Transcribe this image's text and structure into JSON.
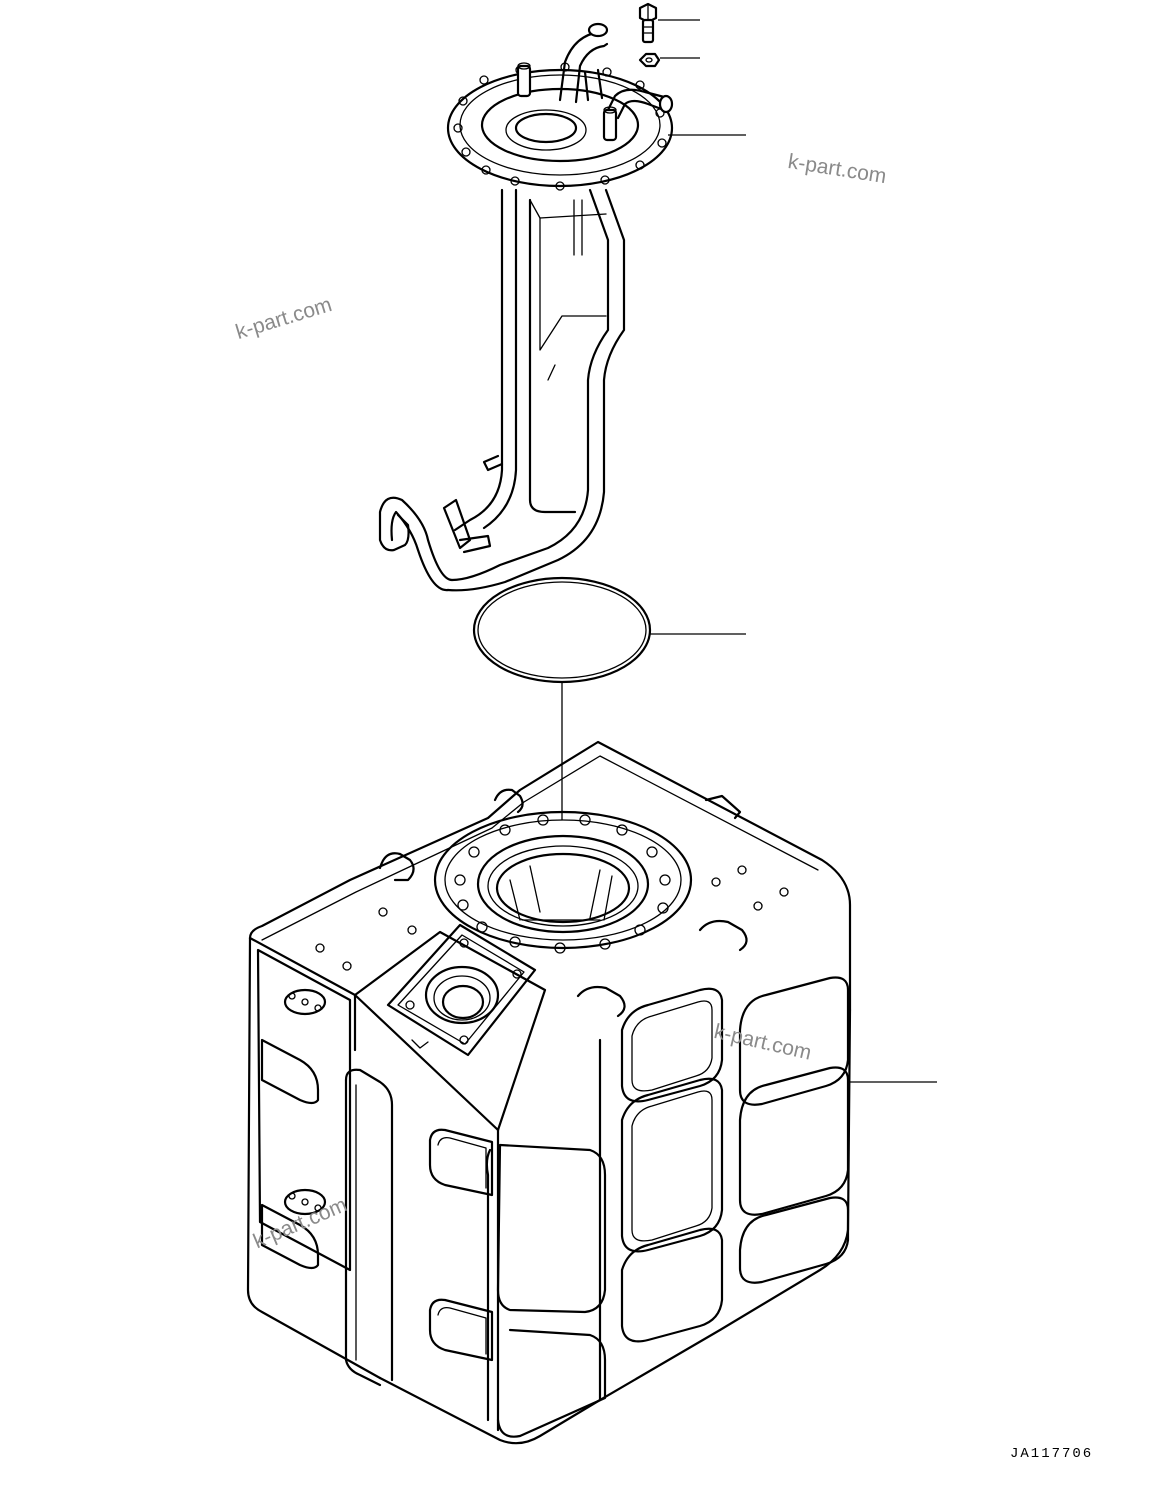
{
  "drawing_code": "JA117706",
  "watermarks": [
    "k-part.com",
    "k-part.com",
    "k-part.com",
    "k-part.com"
  ],
  "parts": [
    {
      "name": "bolt-icon"
    },
    {
      "name": "washer-icon"
    },
    {
      "name": "fuel-sender-assembly-icon"
    },
    {
      "name": "o-ring-icon"
    },
    {
      "name": "fuel-tank-icon"
    }
  ]
}
